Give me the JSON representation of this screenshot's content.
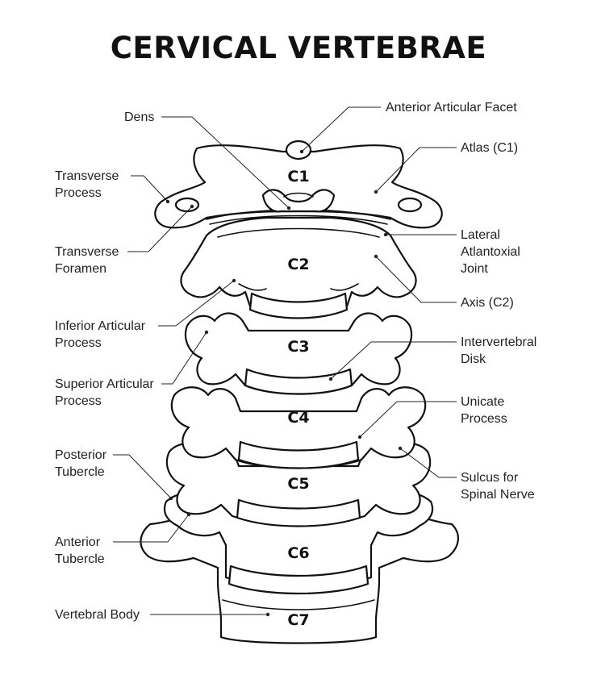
{
  "title": "CERVICAL VERTEBRAE",
  "vertebrae": [
    "C1",
    "C2",
    "C3",
    "C4",
    "C5",
    "C6",
    "C7"
  ],
  "labels_left": {
    "dens": "Dens",
    "transverse_process": [
      "Transverse",
      "Process"
    ],
    "transverse_foramen": [
      "Transverse",
      "Foramen"
    ],
    "inferior_articular_process": [
      "Inferior Articular",
      "Process"
    ],
    "superior_articular_process": [
      "Superior Articular",
      "Process"
    ],
    "posterior_tubercle": [
      "Posterior",
      "Tubercle"
    ],
    "anterior_tubercle": [
      "Anterior",
      "Tubercle"
    ],
    "vertebral_body": "Vertebral Body"
  },
  "labels_right": {
    "anterior_articular_facet": "Anterior Articular Facet",
    "atlas": "Atlas (C1)",
    "lateral_atlantoxial_joint": [
      "Lateral",
      "Atlantoxial",
      "Joint"
    ],
    "axis": "Axis (C2)",
    "intervertebral_disk": [
      "Intervertebral",
      "Disk"
    ],
    "unicate_process": [
      "Unicate",
      "Process"
    ],
    "sulcus_for_spinal_nerve": [
      "Sulcus for",
      "Spinal Nerve"
    ]
  }
}
